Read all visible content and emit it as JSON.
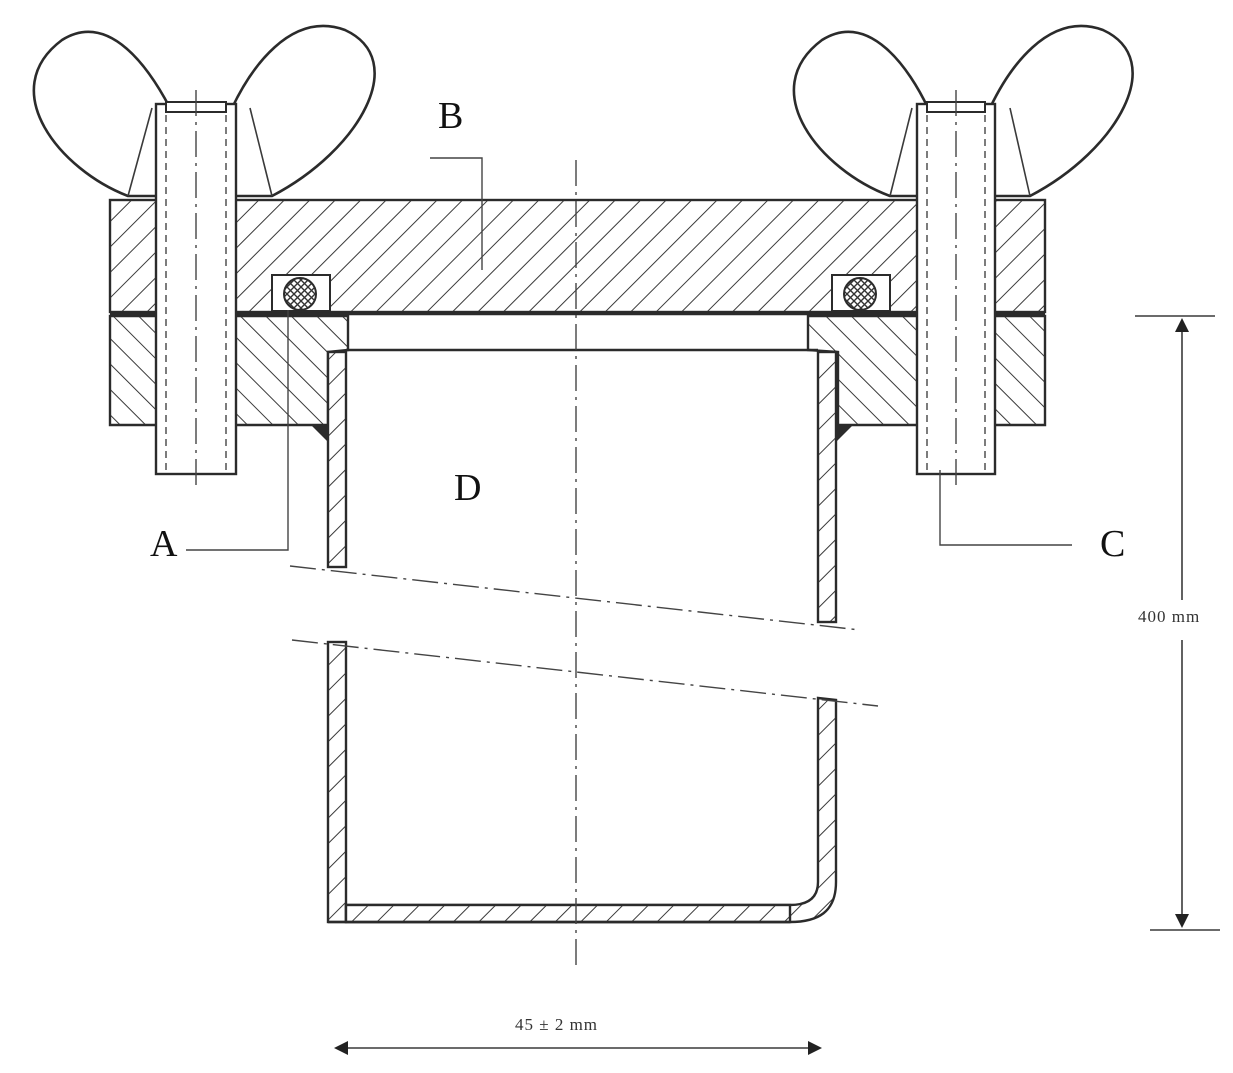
{
  "labels": {
    "a": "A",
    "b": "B",
    "c": "C",
    "d": "D"
  },
  "dimensions": {
    "height": "400 mm",
    "width": "45 ± 2 mm"
  },
  "colors": {
    "line": "#2b2b2b",
    "background": "#ffffff"
  }
}
